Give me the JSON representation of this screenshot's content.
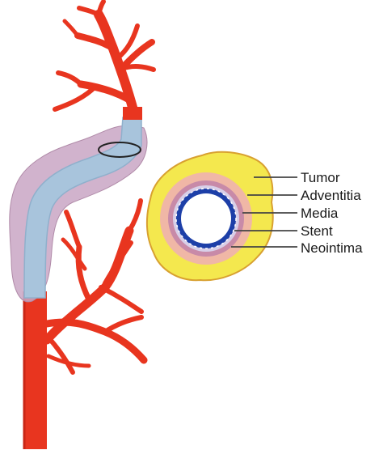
{
  "labels": {
    "tumor": "Tumor",
    "adventitia": "Adventitia",
    "media": "Media",
    "stent": "Stent",
    "neointima": "Neointima"
  },
  "colors": {
    "artery": "#e8351f",
    "artery_dark": "#c92615",
    "stent": "#a8c4dc",
    "tumor_sheath": "#c9a6c4",
    "tumor_ring": "#f4e84e",
    "tumor_edge": "#d8a030",
    "adventitia": "#f0b7a6",
    "media": "#c88aa8",
    "stent_ring": "#1d3fa8",
    "lumen": "#ffffff",
    "leader_line": "#444444"
  },
  "icons": {
    "section_marker": "cross-section-ellipse-icon"
  }
}
